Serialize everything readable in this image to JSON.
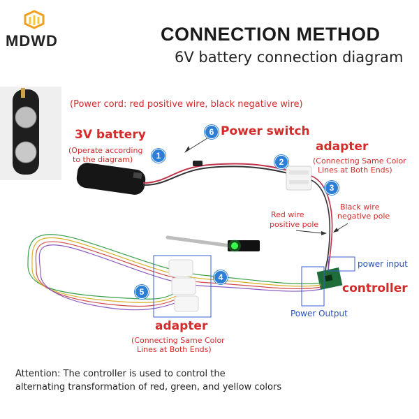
{
  "logo": {
    "text": "MDWD"
  },
  "header": {
    "title": "CONNECTION METHOD",
    "subtitle": "6V battery connection diagram"
  },
  "power_cord_note": "(Power cord: red positive wire, black negative wire)",
  "battery": {
    "label": "3V battery",
    "note_line1": "(Operate according",
    "note_line2": "to the diagram)"
  },
  "power_switch": {
    "label": "Power switch"
  },
  "adapter_top": {
    "label": "adapter",
    "note_line1": "(Connecting Same Color",
    "note_line2": "Lines at Both Ends)"
  },
  "red_wire": {
    "line1": "Red wire",
    "line2": "positive pole"
  },
  "black_wire": {
    "line1": "Black wire",
    "line2": "negative pole"
  },
  "power_input": "power input",
  "controller": "controller",
  "power_output": "Power Output",
  "adapter_bottom": {
    "label": "adapter",
    "note_line1": "(Connecting Same Color",
    "note_line2": "Lines at Both Ends)"
  },
  "badges": [
    "1",
    "2",
    "3",
    "4",
    "5",
    "6"
  ],
  "attention": {
    "line1": "Attention: The controller is used to control the",
    "line2": "alternating transformation of red, green, and yellow colors"
  },
  "colors": {
    "red": "#d42a2a",
    "blue": "#2a52be",
    "badge": "#2d7fd6"
  }
}
